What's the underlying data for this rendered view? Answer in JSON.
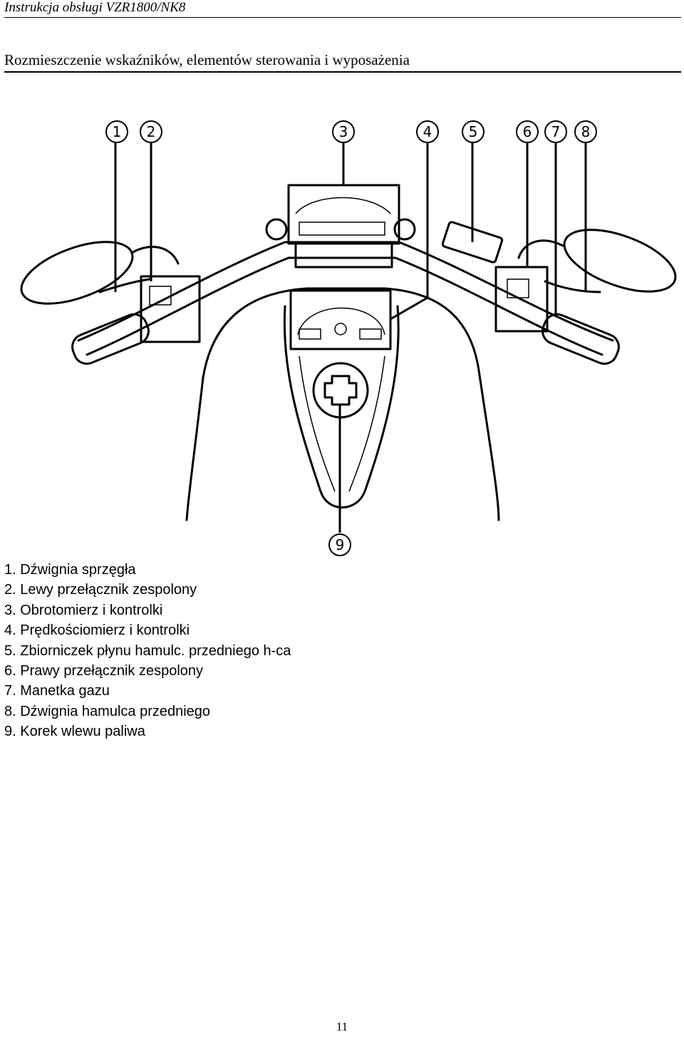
{
  "header": {
    "title": "Instrukcja obsługi VZR1800/NK8"
  },
  "section": {
    "title": "Rozmieszczenie wskaźników, elementów sterowania i wyposażenia"
  },
  "figure": {
    "callouts": [
      "1",
      "2",
      "3",
      "4",
      "5",
      "6",
      "7",
      "8",
      "9"
    ]
  },
  "legend": {
    "items": [
      "1. Dźwignia sprzęgła",
      "2. Lewy przełącznik zespolony",
      "3. Obrotomierz i kontrolki",
      "4. Prędkościomierz i kontrolki",
      "5. Zbiorniczek płynu hamulc. przedniego h-ca",
      "6. Prawy przełącznik zespolony",
      "7. Manetka gazu",
      "8. Dźwignia hamulca przedniego",
      "9. Korek wlewu paliwa"
    ]
  },
  "footer": {
    "page_number": "11"
  }
}
